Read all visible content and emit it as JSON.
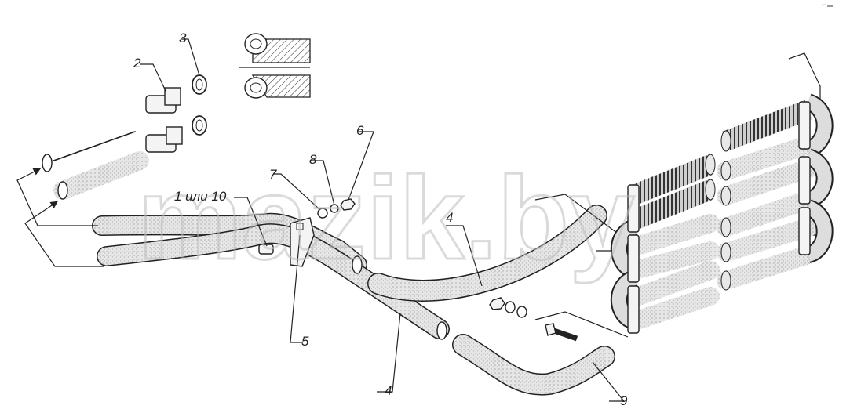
{
  "callouts": {
    "c1": "1 или 10",
    "c2": "2",
    "c3": "3",
    "c4a": "4",
    "c4b": "4",
    "c5": "5",
    "c6": "6",
    "c7": "7",
    "c8": "8",
    "c9": "9"
  },
  "watermark": "mazik.by",
  "corner_mark": "·⁻ ▬"
}
